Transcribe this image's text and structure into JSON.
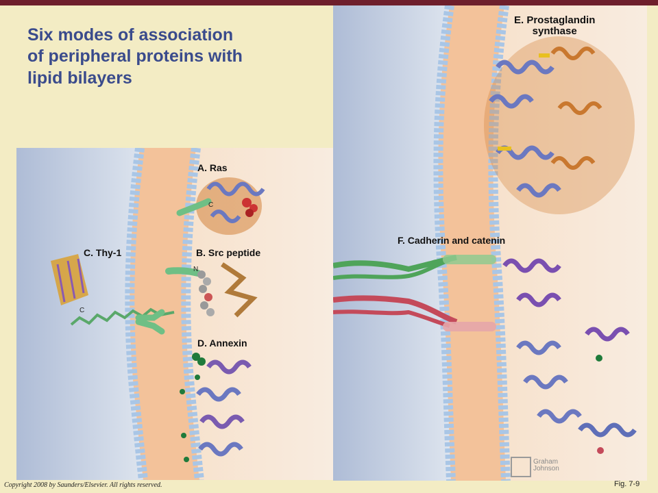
{
  "title": "Six modes of association\nof peripheral proteins with\nlipid bilayers",
  "labels": {
    "ras": "A. Ras",
    "src": "B. Src peptide",
    "thy1": "C. Thy-1",
    "annexin": "D. Annexin",
    "prostaglandin": "E. Prostaglandin\nsynthase",
    "cadherin": "F. Cadherin and catenin"
  },
  "small_labels": {
    "ras_c": "C",
    "src_n": "N",
    "thy1_c": "C"
  },
  "credit": "Graham\nJohnson",
  "copyright": "Copyright 2008 by Saunders/Elsevier. All rights reserved.",
  "figure_number": "Fig. 7-9",
  "colors": {
    "background": "#f3ecc4",
    "top_bar": "#6e1f2c",
    "title": "#3a4b8c",
    "extracellular": "#c9d3e3",
    "bilayer_core": "#f3c8a0",
    "head_groups": "#b3cde8",
    "cytoplasm": "#f7e2cc",
    "protein_blue": "#6b78c0",
    "protein_orange": "#d4843c",
    "protein_green": "#3f9a4f",
    "protein_red": "#c44a5a",
    "protein_purple": "#7a4fb0",
    "anchor_green": "#6fbf85"
  }
}
